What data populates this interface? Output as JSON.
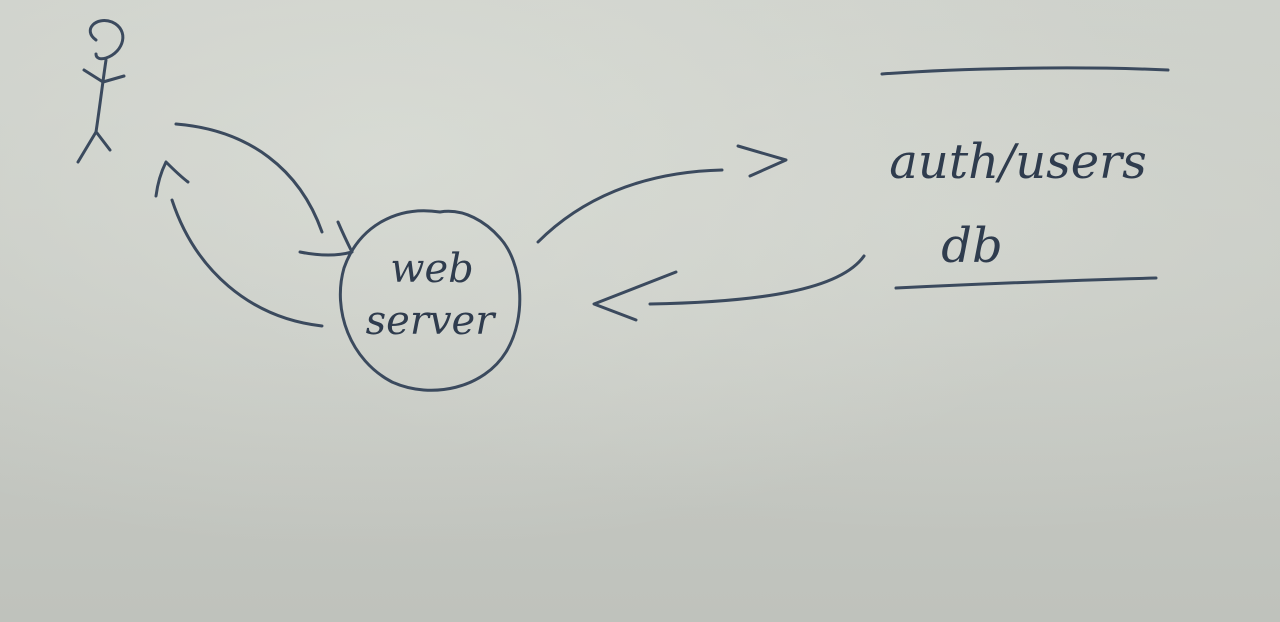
{
  "labels": {
    "web_server_line1": "web",
    "web_server_line2": "server",
    "database_line1": "auth/users",
    "database_line2": "db"
  },
  "colors": {
    "ink": "#3b4a5e",
    "board": "#c9ccc6"
  }
}
